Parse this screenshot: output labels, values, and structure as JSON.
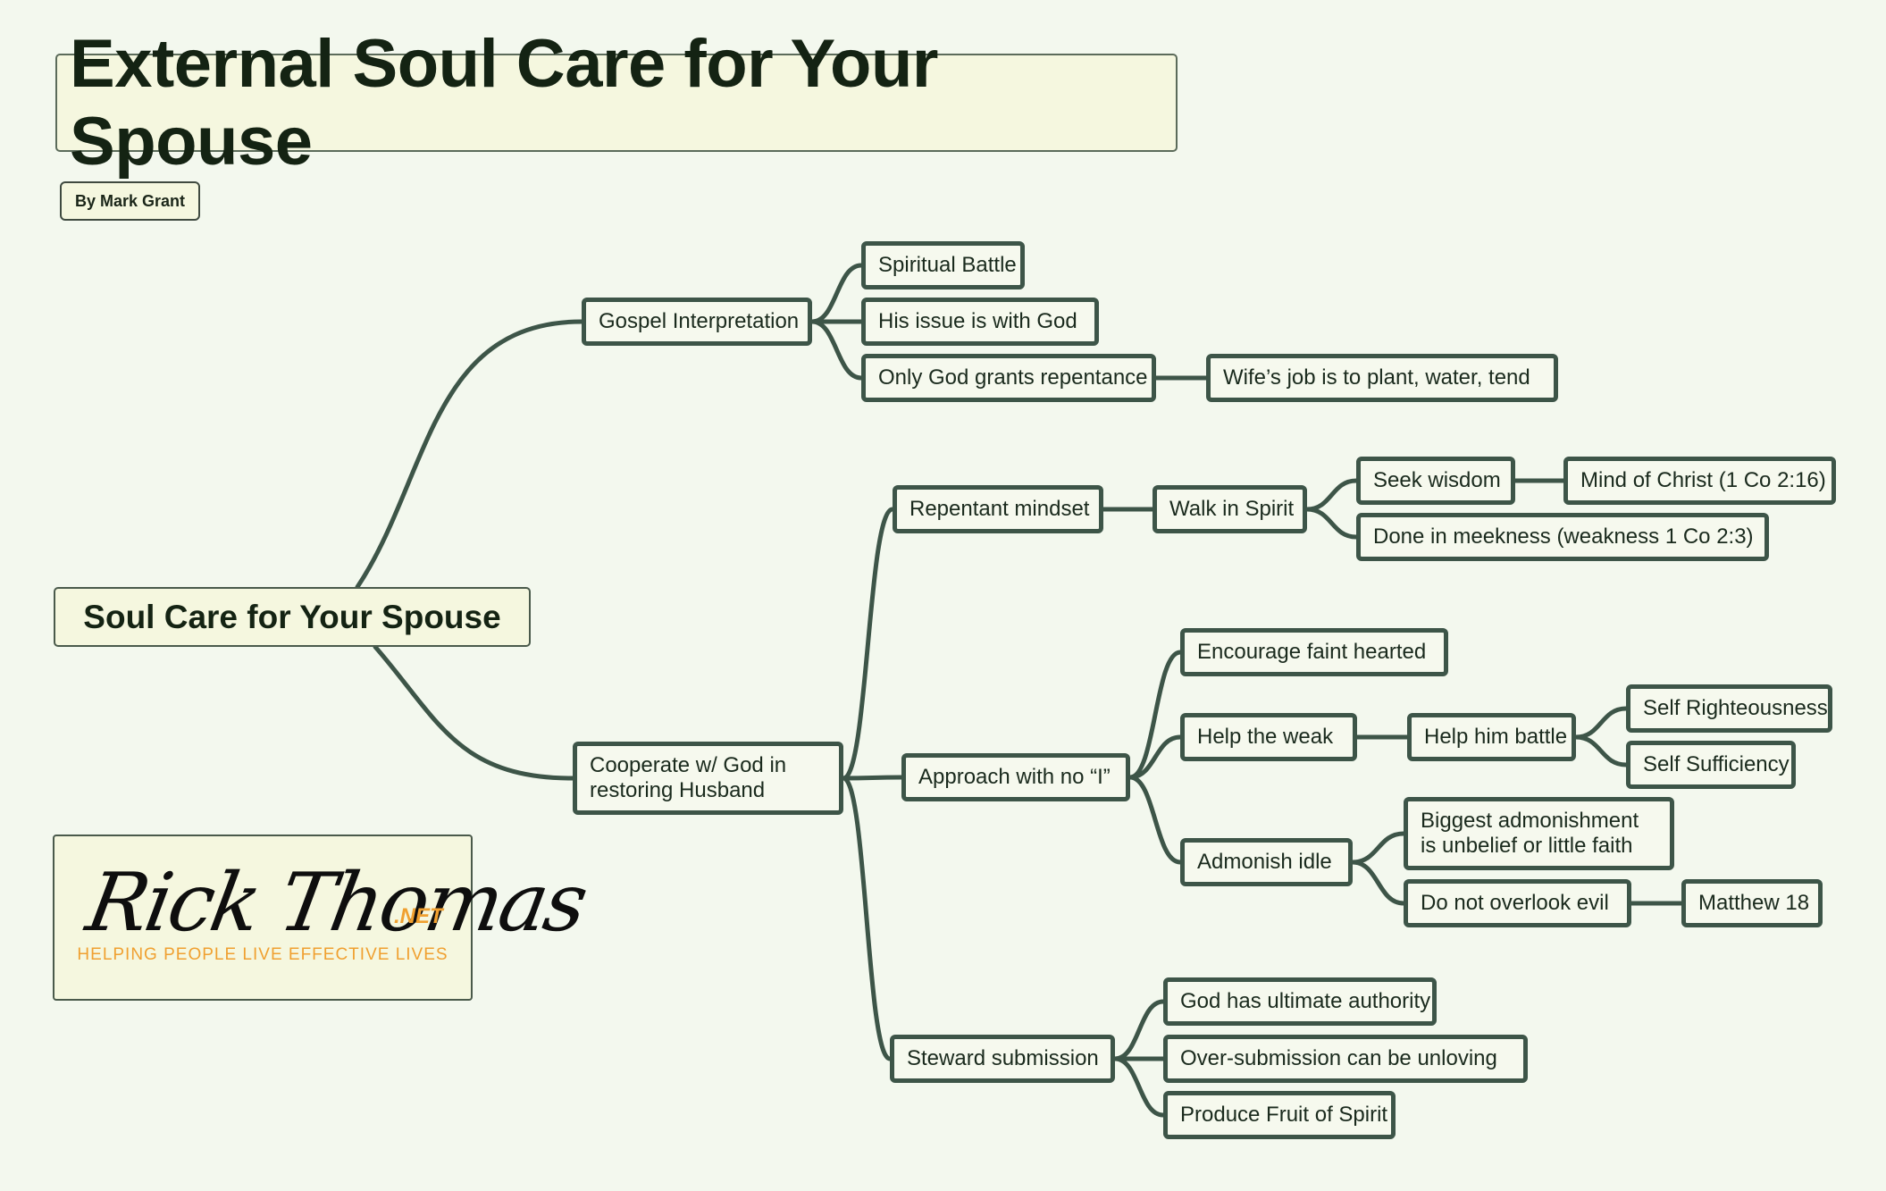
{
  "title": "External Soul Care for Your Spouse",
  "byline": "By Mark Grant",
  "central_topic": "Soul Care for Your Spouse",
  "logo": {
    "name": "Rick Thomas",
    "suffix": ".NET",
    "tagline": "HELPING PEOPLE LIVE EFFECTIVE LIVES"
  },
  "colors": {
    "edge": "#3d5548",
    "node_border": "#3d5548",
    "node_fill": "#f6f9ee",
    "background": "#f3f8ee",
    "logo_accent": "#f0a030"
  },
  "nodes": {
    "gospel_interpretation": "Gospel Interpretation",
    "spiritual_battle": "Spiritual Battle",
    "his_issue": "His issue is with God",
    "only_god": "Only God grants repentance",
    "wifes_job": "Wife’s job is to plant, water, tend",
    "cooperate": "Cooperate w/ God in restoring Husband",
    "repentant_mindset": "Repentant mindset",
    "walk_in_spirit": "Walk in Spirit",
    "seek_wisdom": "Seek wisdom",
    "mind_of_christ": "Mind of Christ (1 Co 2:16)",
    "done_in_meekness": "Done in meekness (weakness 1 Co 2:3)",
    "approach": "Approach with no “I”",
    "encourage": "Encourage faint hearted",
    "help_weak": "Help the weak",
    "help_him_battle": "Help him battle",
    "self_righteousness": "Self Righteousness",
    "self_sufficiency": "Self Sufficiency",
    "admonish_idle": "Admonish idle",
    "biggest_admonishment": "Biggest admonishment is unbelief or little faith",
    "do_not_overlook": "Do not overlook evil",
    "matthew_18": "Matthew 18",
    "steward_submission": "Steward submission",
    "god_authority": "God has ultimate authority",
    "over_submission": "Over-submission can be unloving",
    "produce_fruit": "Produce Fruit of Spirit"
  },
  "edges": [
    [
      "central",
      "gospel_interpretation"
    ],
    [
      "central",
      "cooperate"
    ],
    [
      "gospel_interpretation",
      "spiritual_battle"
    ],
    [
      "gospel_interpretation",
      "his_issue"
    ],
    [
      "gospel_interpretation",
      "only_god"
    ],
    [
      "only_god",
      "wifes_job"
    ],
    [
      "cooperate",
      "repentant_mindset"
    ],
    [
      "cooperate",
      "approach"
    ],
    [
      "cooperate",
      "steward_submission"
    ],
    [
      "repentant_mindset",
      "walk_in_spirit"
    ],
    [
      "walk_in_spirit",
      "seek_wisdom"
    ],
    [
      "walk_in_spirit",
      "done_in_meekness"
    ],
    [
      "seek_wisdom",
      "mind_of_christ"
    ],
    [
      "approach",
      "encourage"
    ],
    [
      "approach",
      "help_weak"
    ],
    [
      "approach",
      "admonish_idle"
    ],
    [
      "help_weak",
      "help_him_battle"
    ],
    [
      "help_him_battle",
      "self_righteousness"
    ],
    [
      "help_him_battle",
      "self_sufficiency"
    ],
    [
      "admonish_idle",
      "biggest_admonishment"
    ],
    [
      "admonish_idle",
      "do_not_overlook"
    ],
    [
      "do_not_overlook",
      "matthew_18"
    ],
    [
      "steward_submission",
      "god_authority"
    ],
    [
      "steward_submission",
      "over_submission"
    ],
    [
      "steward_submission",
      "produce_fruit"
    ]
  ]
}
